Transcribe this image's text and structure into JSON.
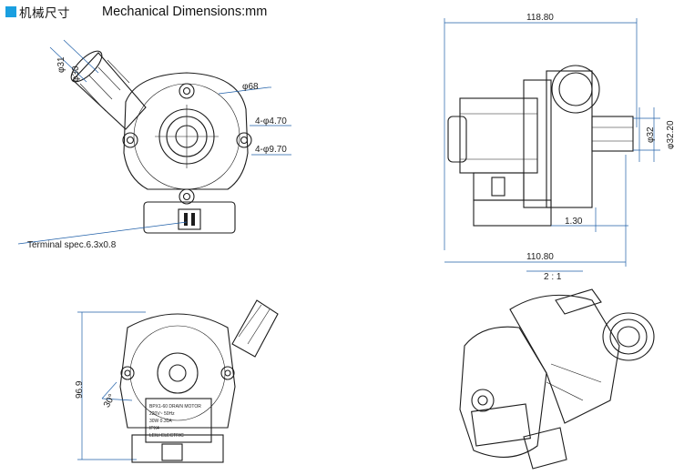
{
  "header": {
    "accent_color": "#1a9fe0",
    "title_cn": "机械尺寸",
    "title_en": "Mechanical Dimensions:mm"
  },
  "dimensions": {
    "front": {
      "d31": "φ31",
      "d30": "φ30",
      "d68": "φ68",
      "holes_small": "4-φ4.70",
      "holes_large": "4-φ9.70",
      "terminal": "Terminal spec.6.3x0.8"
    },
    "side": {
      "overall_top": "118.80",
      "overall_bottom": "110.80",
      "d32": "φ32",
      "d3220": "φ32.20",
      "offset": "1.30",
      "scale": "2 : 1"
    },
    "back": {
      "height": "96.9",
      "angle": "30°"
    }
  },
  "label_plate": {
    "line1": "BPX1-60 DRAIN MOTOR",
    "line2": "220V~ 50Hz",
    "line3": "30W  0.30A",
    "line4": "IPX4",
    "line5": "LEILI ELECTRIC"
  },
  "colors": {
    "dimension_line": "#1f5fa8",
    "outline": "#1c1c1c"
  }
}
